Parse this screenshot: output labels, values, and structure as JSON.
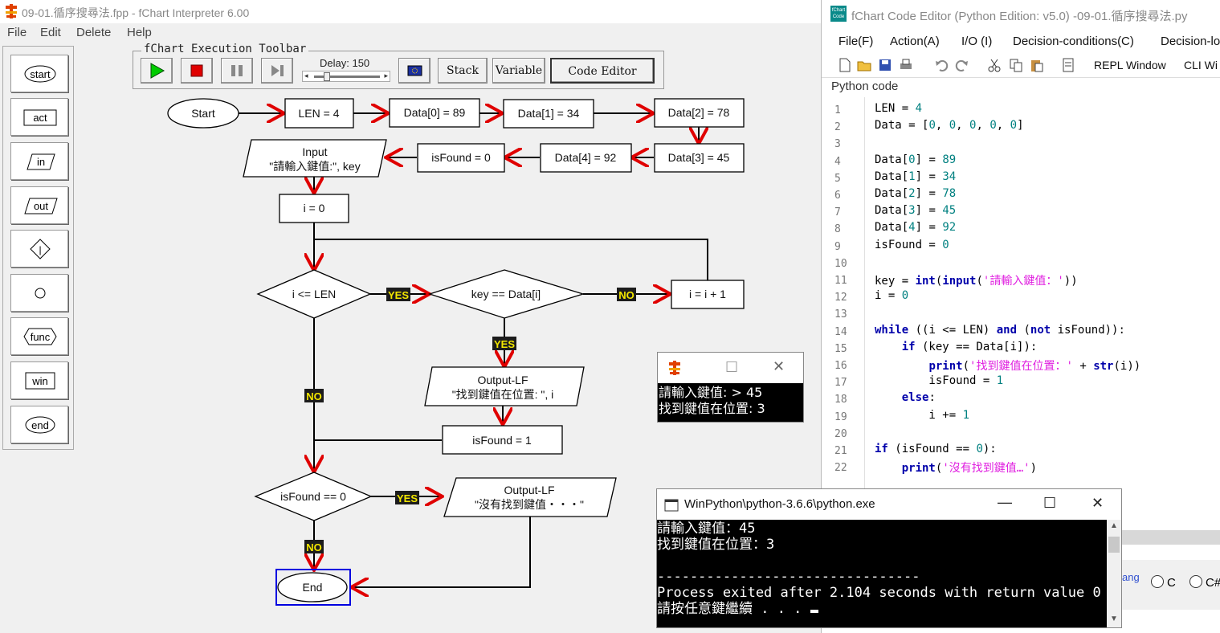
{
  "interpreter": {
    "title": "09-01.循序搜尋法.fpp - fChart Interpreter 6.00",
    "menu": [
      "File",
      "Edit",
      "Delete",
      "Help"
    ],
    "palette": [
      "start",
      "act",
      "in",
      "out",
      "",
      "",
      "func",
      "win",
      "end"
    ],
    "toolbar": {
      "title": "fChart Execution Toolbar",
      "delay_label": "Delay: 150",
      "delay_value": 150,
      "stack_label": "Stack",
      "variable_label": "Variable",
      "code_editor_label": "Code Editor"
    },
    "flowchart": {
      "start": "Start",
      "len": "LEN = 4",
      "d0": "Data[0] = 89",
      "d1": "Data[1] = 34",
      "d2": "Data[2] = 78",
      "d3": "Data[3] = 45",
      "d4": "Data[4] = 92",
      "isfound0": "isFound = 0",
      "input_line1": "Input",
      "input_line2": "\"請輸入鍵值:\", key",
      "i0": "i = 0",
      "cond1": "i <= LEN",
      "cond2": "key == Data[i]",
      "inc": "i = i + 1",
      "out1_line1": "Output-LF",
      "out1_line2": "\"找到鍵值在位置: \", i",
      "isfound1": "isFound = 1",
      "cond3": "isFound == 0",
      "out2_line1": "Output-LF",
      "out2_line2": "\"沒有找到鍵值・・・\"",
      "end": "End",
      "yes": "YES",
      "no": "NO"
    },
    "small_console": {
      "line1": "請輸入鍵值: > 45",
      "line2": "找到鍵值在位置: 3"
    }
  },
  "editor": {
    "title": "fChart Code Editor (Python Edition:  v5.0) -09-01.循序搜尋法.py",
    "icon_text": "fChart Code",
    "menu": [
      "File(F)",
      "Action(A)",
      "I/O (I)",
      "Decision-conditions(C)",
      "Decision-lo"
    ],
    "toolbar_labels": [
      "REPL Window",
      "CLI Wi"
    ],
    "section_label": "Python code",
    "line_numbers": [
      "1",
      "2",
      "3",
      "4",
      "5",
      "6",
      "7",
      "8",
      "9",
      "10",
      "11",
      "12",
      "13",
      "14",
      "15",
      "16",
      "17",
      "18",
      "19",
      "20",
      "21",
      "22"
    ],
    "bottom_text": "ang",
    "radio_labels": [
      "C",
      "C#"
    ]
  },
  "console": {
    "title": "WinPython\\python-3.6.6\\python.exe",
    "line1": "請輸入鍵值：45",
    "line2": "找到鍵值在位置：3",
    "line3": "",
    "line4": "--------------------------------",
    "line5": "Process exited after 2.104 seconds with return value 0",
    "line6": "請按任意鍵繼續 . . . "
  },
  "colors": {
    "arrow_red": "#e00000",
    "label_bg": "#1c1c1c",
    "label_text": "#f2e600",
    "keyword": "#0000aa",
    "string": "#e020e0",
    "end_highlight": "#0000e0"
  }
}
